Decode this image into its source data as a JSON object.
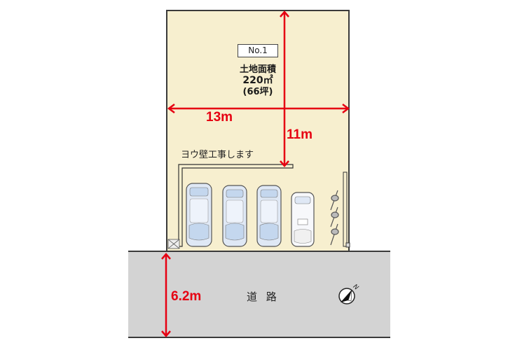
{
  "lot": {
    "number_label": "No.1",
    "area_title": "土地面積",
    "area_sqm": "220㎡",
    "area_tsubo": "(66坪)"
  },
  "dimensions": {
    "width": "13m",
    "depth": "11m",
    "road_width": "6.2m"
  },
  "notes": {
    "retaining_wall": "ヨウ壁工事します"
  },
  "road": {
    "label": "道 路"
  },
  "compass": {
    "north_label": "N"
  },
  "parking": {
    "cars": [
      {
        "type": "sedan"
      },
      {
        "type": "sedan"
      },
      {
        "type": "sedan"
      },
      {
        "type": "compact"
      }
    ],
    "bicycles": 3
  },
  "colors": {
    "lot_fill": "#f7efcf",
    "road_fill": "#d3d3d3",
    "dimension_red": "#e60012",
    "outline": "#3a3a3a"
  }
}
